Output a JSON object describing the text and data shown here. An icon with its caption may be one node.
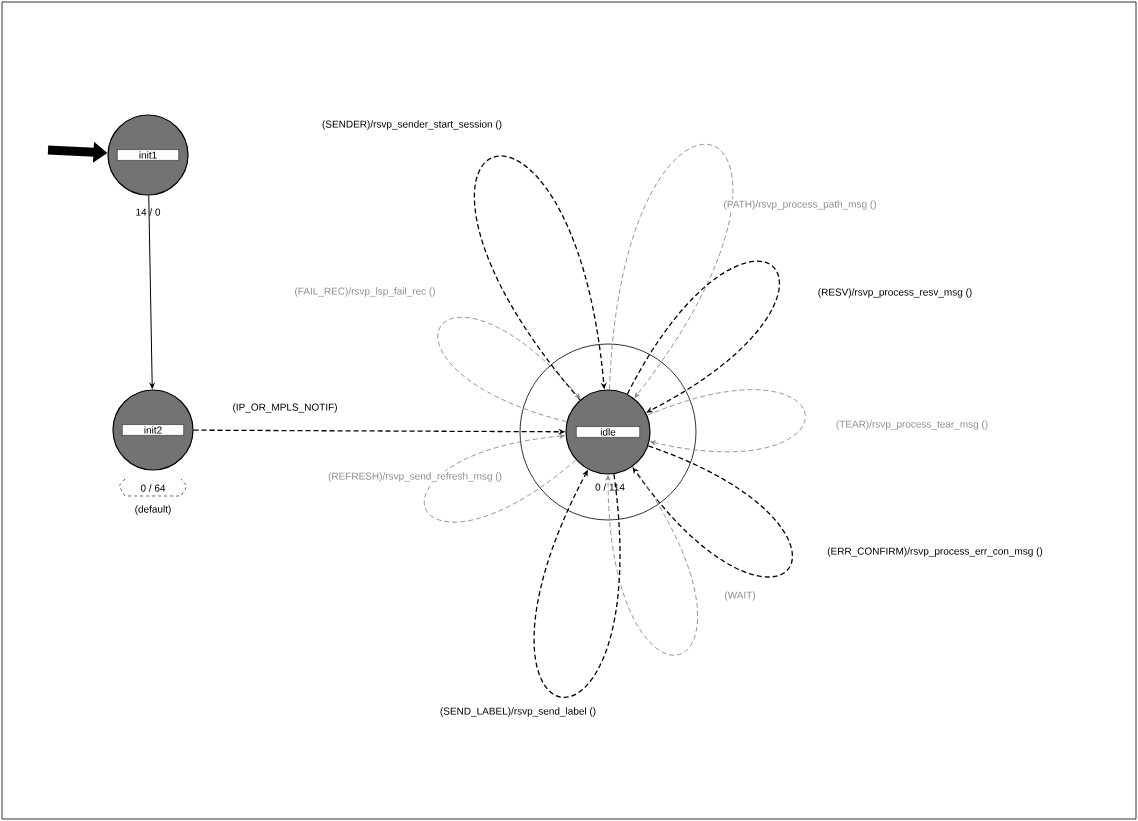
{
  "diagram": {
    "nodes": [
      {
        "text": [
          "init1"
        ],
        "beside": [
          "14 / 0"
        ]
      },
      {
        "text": [
          "init2"
        ],
        "beside": [
          "0 / 64",
          "(default)"
        ]
      },
      {
        "text": [
          "idle"
        ],
        "beside": [
          "0 / 114"
        ]
      }
    ],
    "edges": [
      {
        "from": null,
        "to": 0,
        "arrow": "to",
        "style": "thick"
      },
      {
        "from": 0,
        "to": 1,
        "arrow": "to"
      },
      {
        "from": 1,
        "to": 2,
        "arrow": "to",
        "style": "dashed",
        "label": "(IP_OR_MPLS_NOTIF)"
      },
      {
        "from": 2,
        "to": 2,
        "arrow": "to",
        "style": "dashed",
        "label": "(SENDER)/rsvp_sender_start_session ()"
      },
      {
        "from": 2,
        "to": 2,
        "arrow": "to",
        "style": "dashed",
        "color": "#8c8c8c",
        "label": "(PATH)/rsvp_process_path_msg ()"
      },
      {
        "from": 2,
        "to": 2,
        "arrow": "to",
        "style": "dashed",
        "label": "(RESV)/rsvp_process_resv_msg ()"
      },
      {
        "from": 2,
        "to": 2,
        "arrow": "to",
        "style": "dashed",
        "color": "#8c8c8c",
        "label": "(FAIL_REC)/rsvp_lsp_fail_rec ()"
      },
      {
        "from": 2,
        "to": 2,
        "arrow": "to",
        "style": "dashed",
        "color": "#8c8c8c",
        "label": "(TEAR)/rsvp_process_tear_msg ()"
      },
      {
        "from": 2,
        "to": 2,
        "arrow": "to",
        "style": "dashed",
        "color": "#8c8c8c",
        "label": "(REFRESH)/rsvp_send_refresh_msg ()"
      },
      {
        "from": 2,
        "to": 2,
        "arrow": "to",
        "style": "dashed",
        "label": "(ERR_CONFIRM)/rsvp_process_err_con_msg ()"
      },
      {
        "from": 2,
        "to": 2,
        "arrow": "to",
        "style": "dashed",
        "color": "#8c8c8c",
        "label": "(WAIT)"
      },
      {
        "from": 2,
        "to": 2,
        "arrow": "to",
        "style": "dashed",
        "label": "(SEND_LABEL)/rsvp_send_label ()"
      }
    ]
  }
}
